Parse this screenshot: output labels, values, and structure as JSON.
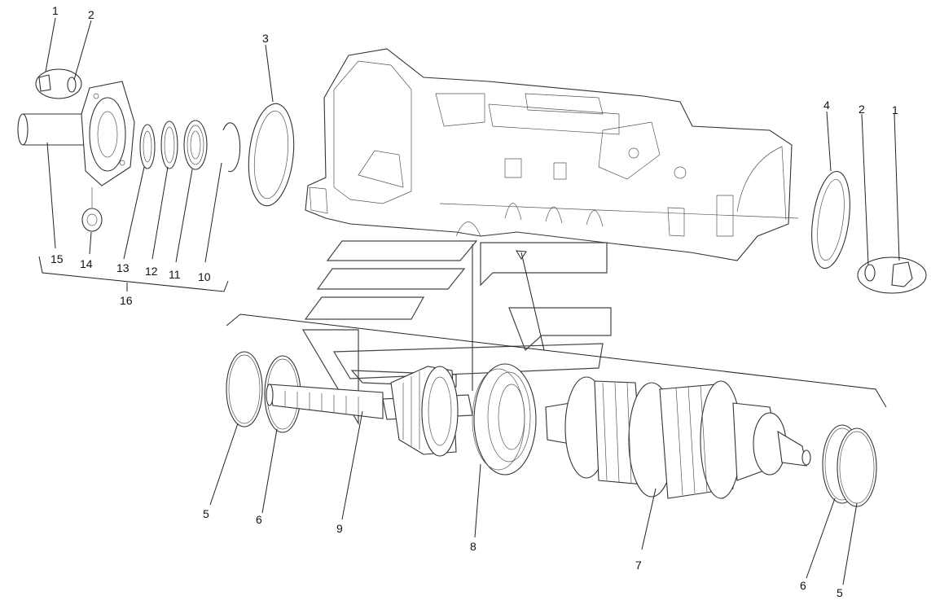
{
  "callouts": {
    "c1a": "1",
    "c2a": "2",
    "c3": "3",
    "c15": "15",
    "c14": "14",
    "c13": "13",
    "c12": "12",
    "c11": "11",
    "c10": "10",
    "c16": "16",
    "c4": "4",
    "c2b": "2",
    "c1b": "1",
    "c5a": "5",
    "c6a": "6",
    "c9": "9",
    "c8": "8",
    "c7": "7",
    "c6b": "6",
    "c5b": "5"
  },
  "colors": {
    "line": "#222222",
    "background": "#ffffff"
  }
}
